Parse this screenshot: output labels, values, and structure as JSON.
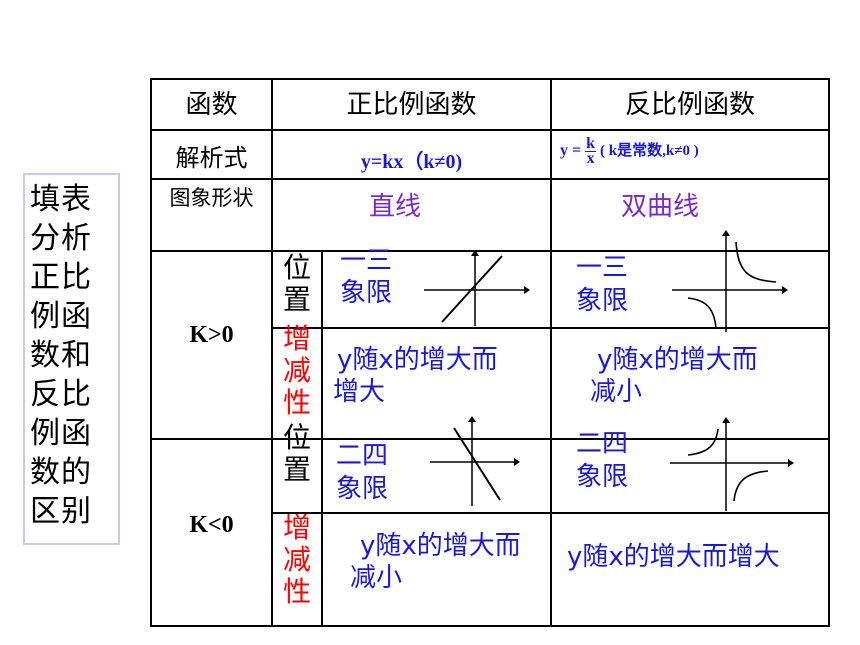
{
  "sidebar": {
    "title": "填表分析正比例函数和反比例函数的区别"
  },
  "table": {
    "header": {
      "col0": "函数",
      "col1": "正比例函数",
      "col2": "反比例函数"
    },
    "row_formula": {
      "label": "解析式",
      "proportional": "y=kx（k≠0)",
      "inverse_prefix": "y =",
      "inverse_num": "k",
      "inverse_den": "x",
      "inverse_suffix": "( k是常数,k≠0 )"
    },
    "row_shape": {
      "label": "图象形状",
      "proportional": "直线",
      "inverse": "双曲线"
    },
    "k_pos": {
      "label": "K>0",
      "position_label": "位置",
      "monotonic_label": "增减性",
      "prop_quadrant_1": "一三",
      "prop_quadrant_2": "象限",
      "inv_quadrant_1": "一三",
      "inv_quadrant_2": "象限",
      "prop_trend_1": "y随x的增大而",
      "prop_trend_2": "增大",
      "inv_trend_1": "y随x的增大而",
      "inv_trend_2": "减小"
    },
    "k_neg": {
      "label": "K<0",
      "position_label": "位置",
      "monotonic_label": "增减性",
      "prop_quadrant_1": "二四",
      "prop_quadrant_2": "象限",
      "inv_quadrant_1": "二四",
      "inv_quadrant_2": "象限",
      "prop_trend_1": "y随x的增大而",
      "prop_trend_2": "减小",
      "inv_trend": "y随x的增大而增大"
    }
  },
  "colors": {
    "blue": "#1a1ad6",
    "purple": "#7a2acb",
    "red": "#ff0000"
  },
  "icons": [
    "line-graph-positive-icon",
    "hyperbola-positive-icon",
    "line-graph-negative-icon",
    "hyperbola-negative-icon"
  ]
}
